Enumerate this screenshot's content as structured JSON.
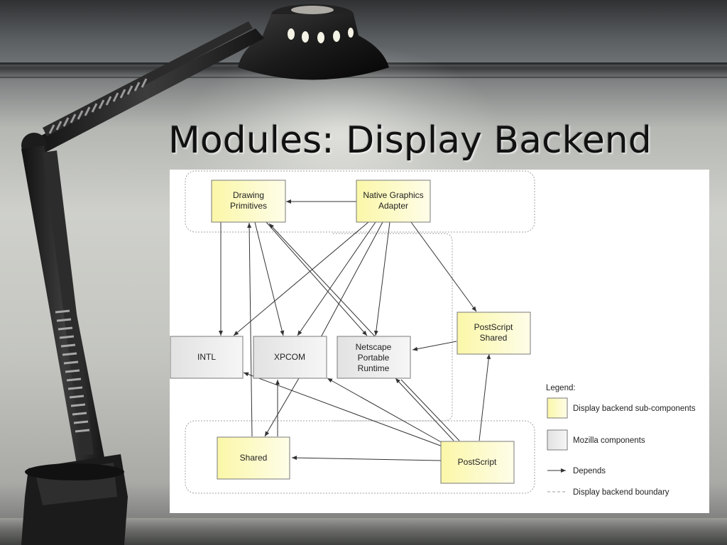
{
  "slide": {
    "title": "Modules: Display Backend"
  },
  "diagram": {
    "components": {
      "drawing_primitives": [
        "Drawing",
        "Primitives"
      ],
      "native_graphics_adapter": [
        "Native Graphics",
        "Adapter"
      ],
      "intl": [
        "INTL"
      ],
      "xpcom": [
        "XPCOM"
      ],
      "nspr": [
        "Netscape",
        "Portable",
        "Runtime"
      ],
      "postscript_shared": [
        "PostScript",
        "Shared"
      ],
      "shared": [
        "Shared"
      ],
      "postscript": [
        "PostScript"
      ]
    },
    "legend": {
      "title": "Legend:",
      "sub_components": "Display backend sub-components",
      "mozilla_components": "Mozilla components",
      "depends": "Depends",
      "boundary": "Display backend boundary"
    },
    "colors": {
      "sub_component_fill": "#fdfbc6",
      "mozilla_fill": "#ececec",
      "border": "#7a7a7a",
      "edge": "#333333",
      "boundary": "#9a9a9a"
    }
  }
}
